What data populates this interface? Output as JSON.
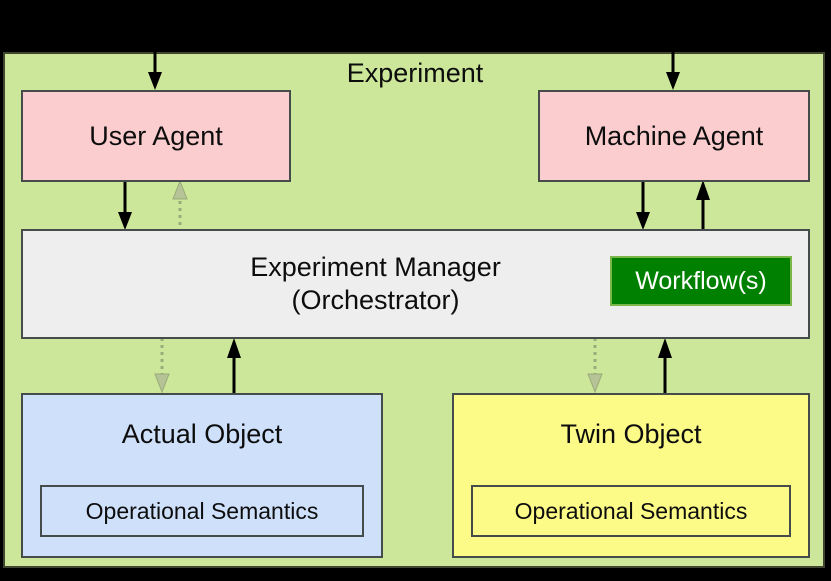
{
  "diagram": {
    "title": "Experiment",
    "colors": {
      "container_fill": "#cce79a",
      "agent_fill": "#fbcdce",
      "manager_fill": "#eeeeee",
      "workflow_fill": "#008000",
      "actual_object_fill": "#cee0fa",
      "twin_object_fill": "#fdfb88",
      "border": "#464c4c",
      "solid_arrow": "#000000",
      "dotted_arrow": "#9aab7a"
    },
    "nodes": {
      "user_agent": {
        "label": "User Agent"
      },
      "machine_agent": {
        "label": "Machine Agent"
      },
      "manager": {
        "label": "Experiment Manager\n(Orchestrator)"
      },
      "workflows": {
        "label": "Workflow(s)"
      },
      "actual_object": {
        "label": "Actual Object",
        "semantics": "Operational Semantics"
      },
      "twin_object": {
        "label": "Twin Object",
        "semantics": "Operational Semantics"
      }
    },
    "edges": [
      {
        "name": "external-to-user-agent",
        "from": "external",
        "to": "user_agent",
        "style": "solid",
        "direction": "down"
      },
      {
        "name": "external-to-machine-agent",
        "from": "external",
        "to": "machine_agent",
        "style": "solid",
        "direction": "down"
      },
      {
        "name": "user-agent-to-manager",
        "from": "user_agent",
        "to": "manager",
        "style": "solid",
        "direction": "down"
      },
      {
        "name": "manager-to-user-agent",
        "from": "manager",
        "to": "user_agent",
        "style": "dotted",
        "direction": "up"
      },
      {
        "name": "machine-agent-to-manager",
        "from": "machine_agent",
        "to": "manager",
        "style": "solid",
        "direction": "down"
      },
      {
        "name": "manager-to-machine-agent",
        "from": "manager",
        "to": "machine_agent",
        "style": "solid",
        "direction": "up"
      },
      {
        "name": "manager-to-actual-object",
        "from": "manager",
        "to": "actual_object",
        "style": "dotted",
        "direction": "down"
      },
      {
        "name": "actual-object-to-manager",
        "from": "actual_object",
        "to": "manager",
        "style": "solid",
        "direction": "up"
      },
      {
        "name": "manager-to-twin-object",
        "from": "manager",
        "to": "twin_object",
        "style": "dotted",
        "direction": "down"
      },
      {
        "name": "twin-object-to-manager",
        "from": "twin_object",
        "to": "manager",
        "style": "solid",
        "direction": "up"
      }
    ]
  }
}
